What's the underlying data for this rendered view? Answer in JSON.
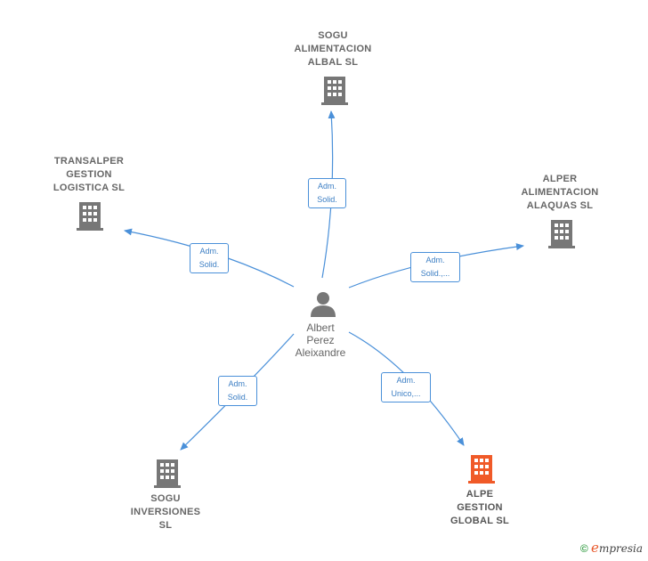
{
  "center": {
    "name": "Albert\nPerez\nAleixandre",
    "icon": "person-icon"
  },
  "companies": [
    {
      "id": "sogu-alimentacion",
      "name": "SOGU\nALIMENTACION\nALBAL  SL",
      "role": "Adm.\nSolid.",
      "icon": "building-icon",
      "color": "#777777"
    },
    {
      "id": "transalper",
      "name": "TRANSALPER\nGESTION\nLOGISTICA  SL",
      "role": "Adm.\nSolid.",
      "icon": "building-icon",
      "color": "#777777"
    },
    {
      "id": "alper-alimentacion",
      "name": "ALPER\nALIMENTACION\nALAQUAS  SL",
      "role": "Adm.\nSolid.,...",
      "icon": "building-icon",
      "color": "#777777"
    },
    {
      "id": "sogu-inversiones",
      "name": "SOGU\nINVERSIONES\nSL",
      "role": "Adm.\nSolid.",
      "icon": "building-icon",
      "color": "#777777"
    },
    {
      "id": "alpe-gestion",
      "name": "ALPE\nGESTION\nGLOBAL  SL",
      "role": "Adm.\nUnico,...",
      "icon": "building-icon",
      "color": "#f05a28"
    }
  ],
  "colors": {
    "edge": "#4a90d9",
    "text": "#666666",
    "highlight": "#f05a28"
  },
  "footer": {
    "copyright": "©",
    "brand_e": "e",
    "brand_rest": "mpresia"
  }
}
